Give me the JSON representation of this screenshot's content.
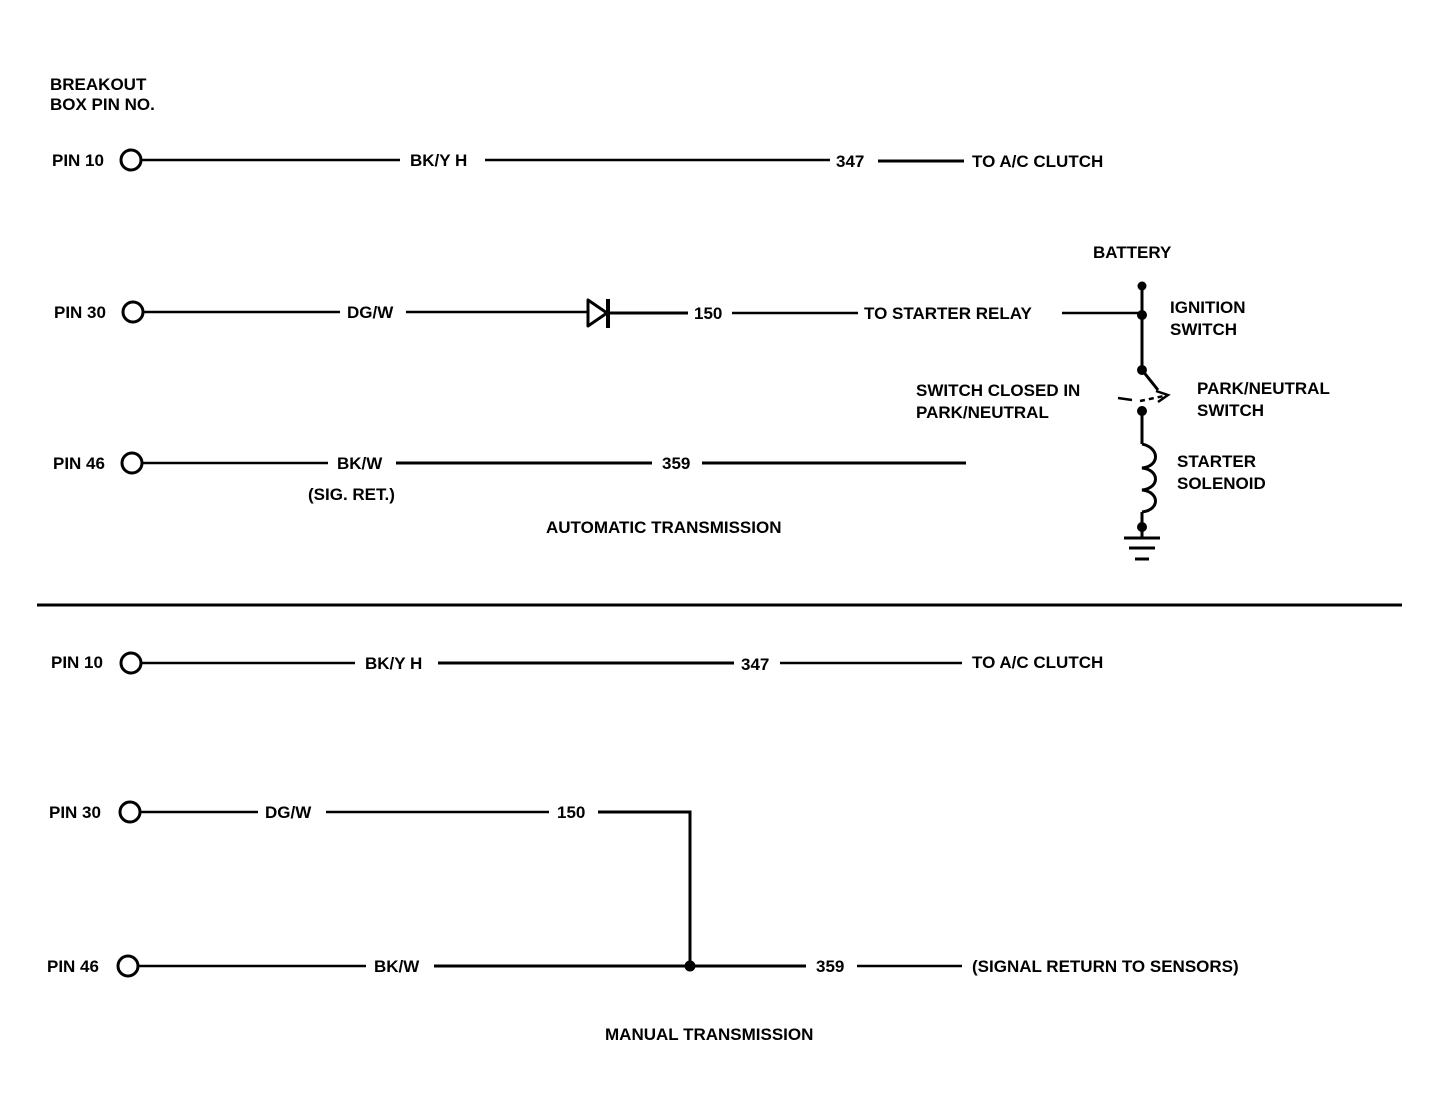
{
  "header": {
    "line1": "BREAKOUT",
    "line2": "BOX PIN NO."
  },
  "automatic": {
    "section_label": "AUTOMATIC TRANSMISSION",
    "pin10": {
      "pin": "PIN 10",
      "wire_color": "BK/Y H",
      "circuit": "347",
      "destination": "TO A/C CLUTCH"
    },
    "pin30": {
      "pin": "PIN 30",
      "wire_color": "DG/W",
      "circuit": "150",
      "destination": "TO STARTER RELAY"
    },
    "pin46": {
      "pin": "PIN 46",
      "wire_color": "BK/W",
      "note": "(SIG. RET.)",
      "circuit": "359"
    },
    "battery": "BATTERY",
    "ignition_switch": {
      "line1": "IGNITION",
      "line2": "SWITCH"
    },
    "switch_closed": {
      "line1": "SWITCH CLOSED IN",
      "line2": "PARK/NEUTRAL"
    },
    "park_neutral_switch": {
      "line1": "PARK/NEUTRAL",
      "line2": "SWITCH"
    },
    "starter_solenoid": {
      "line1": "STARTER",
      "line2": "SOLENOID"
    }
  },
  "manual": {
    "section_label": "MANUAL TRANSMISSION",
    "pin10": {
      "pin": "PIN 10",
      "wire_color": "BK/Y H",
      "circuit": "347",
      "destination": "TO A/C CLUTCH"
    },
    "pin30": {
      "pin": "PIN 30",
      "wire_color": "DG/W",
      "circuit": "150"
    },
    "pin46": {
      "pin": "PIN 46",
      "wire_color": "BK/W",
      "circuit": "359",
      "destination": "(SIGNAL RETURN TO SENSORS)"
    }
  },
  "colors": {
    "ink": "#000000",
    "paper": "#ffffff"
  }
}
